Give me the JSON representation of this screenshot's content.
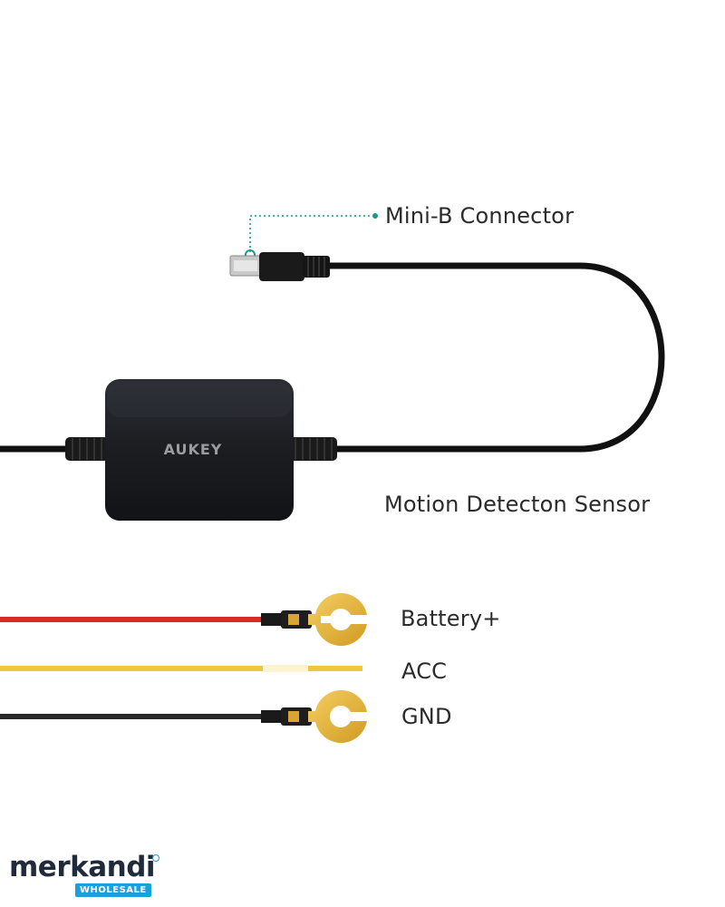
{
  "labels": {
    "mini_b": "Mini-B Connector",
    "motion": "Motion Detecton Sensor",
    "battery": "Battery+",
    "acc": "ACC",
    "gnd": "GND"
  },
  "device": {
    "brand_text": "AUKEY"
  },
  "watermark": {
    "name": "merkandi",
    "badge": "WHOLESALE"
  },
  "colors": {
    "cable": "#111111",
    "box": "#1a1c20",
    "red_wire": "#d32a2a",
    "yellow_wire": "#f0c63a",
    "black_wire": "#2a2a2a",
    "terminal": "#e8b63a",
    "callout": "#1a9a8a",
    "brand": "#1aa0dc"
  },
  "icons": {
    "connector": "mini-usb-connector-icon",
    "terminal": "fork-terminal-icon"
  }
}
